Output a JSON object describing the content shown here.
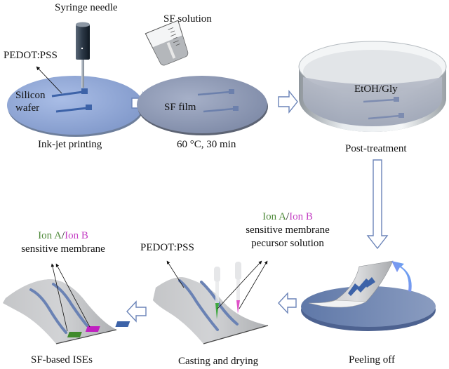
{
  "figure": {
    "steps": [
      {
        "id": "ink-jet",
        "caption": "Ink-jet printing"
      },
      {
        "id": "sf-film",
        "caption": "60 °C, 30 min"
      },
      {
        "id": "post-treatment",
        "caption": "Post-treatment"
      },
      {
        "id": "peeling",
        "caption": "Peeling off"
      },
      {
        "id": "casting",
        "caption": "Casting and drying"
      },
      {
        "id": "ises",
        "caption": "SF-based ISEs"
      }
    ],
    "labels": {
      "syringe_needle": "Syringe needle",
      "pedot_pss_top": "PEDOT:PSS",
      "silicon": "Silicon",
      "wafer": "wafer",
      "sf_solution": "SF solution",
      "sf_film": "SF film",
      "etoh_gly": "EtOH/Gly",
      "pedot_pss_bottom": "PEDOT:PSS",
      "casting_ion_a": "Ion A",
      "casting_slash": "/",
      "casting_ion_b": "Ion B",
      "casting_line2": "sensitive membrane",
      "casting_line3": "pecursor solution",
      "ises_ion_a": "Ion A",
      "ises_slash": "/",
      "ises_ion_b": "Ion B",
      "ises_line2": "sensitive membrane"
    },
    "colors": {
      "ion_a": "#4f8a3a",
      "ion_b": "#c43fc4",
      "wafer": "#8fa6d6",
      "electrode": "#3d63a8",
      "arrow_outline": "#6b84b8"
    }
  }
}
